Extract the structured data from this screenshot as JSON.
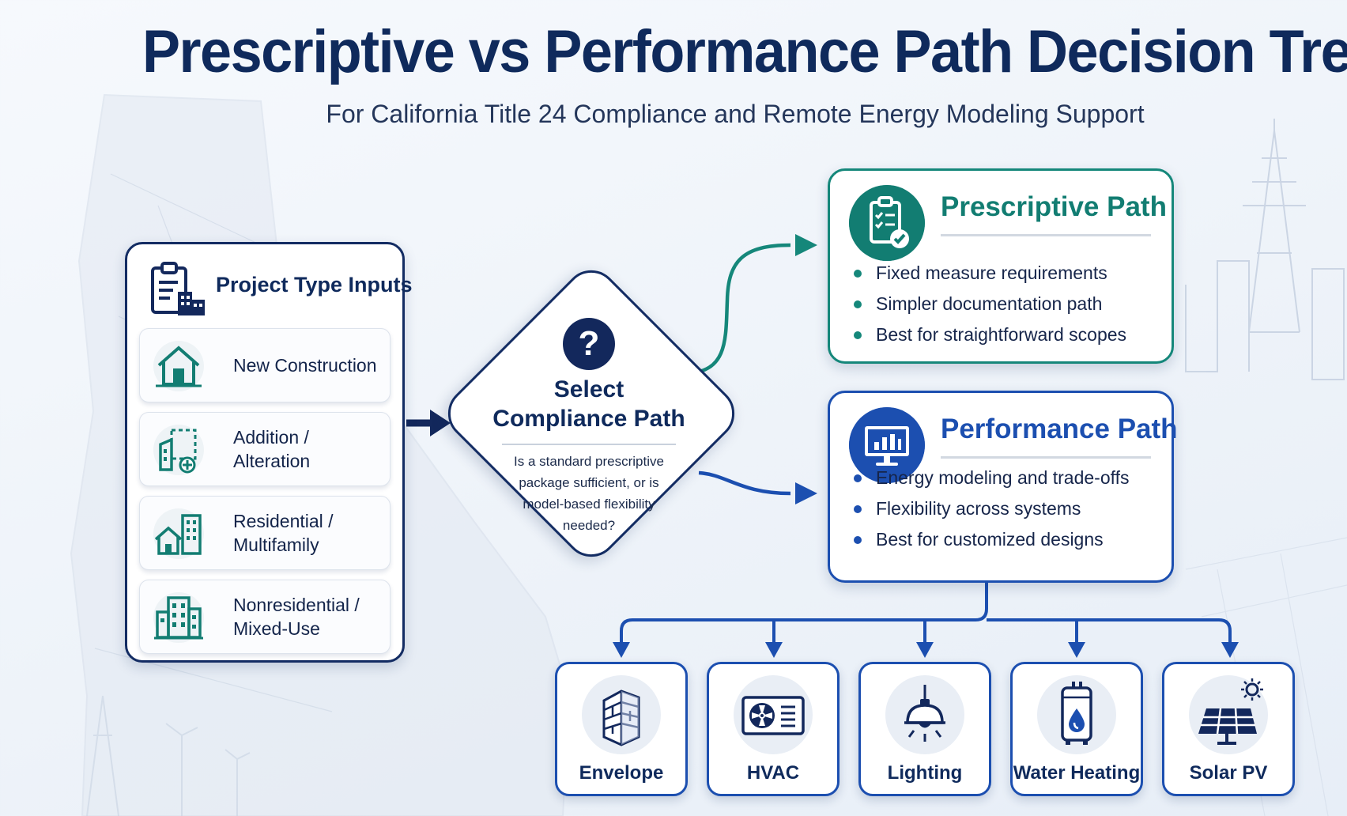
{
  "title": "Prescriptive vs Performance Path Decision Tree",
  "subtitle": "For California Title 24 Compliance and Remote Energy Modeling Support",
  "inputs": {
    "title": "Project Type Inputs",
    "items": [
      {
        "label": "New Construction",
        "icon": "house-icon"
      },
      {
        "label": "Addition /\nAlteration",
        "icon": "building-addition-icon"
      },
      {
        "label": "Residential /\nMultifamily",
        "icon": "residential-icon"
      },
      {
        "label": "Nonresidential /\nMixed-Use",
        "icon": "office-building-icon"
      }
    ]
  },
  "decision": {
    "symbol": "?",
    "title": "Select\nCompliance Path",
    "question": "Is a standard prescriptive package sufficient, or is model-based flexibility needed?"
  },
  "prescriptive": {
    "title": "Prescriptive Path",
    "icon": "clipboard-check-icon",
    "bullets": [
      "Fixed measure requirements",
      "Simpler documentation path",
      "Best for straightforward scopes"
    ]
  },
  "performance": {
    "title": "Performance Path",
    "icon": "monitor-chart-icon",
    "bullets": [
      "Energy modeling and trade-offs",
      "Flexibility across systems",
      "Best for customized designs"
    ]
  },
  "systems": [
    {
      "label": "Envelope",
      "icon": "brick-wall-icon"
    },
    {
      "label": "HVAC",
      "icon": "hvac-unit-icon"
    },
    {
      "label": "Lighting",
      "icon": "pendant-lamp-icon"
    },
    {
      "label": "Water Heating",
      "icon": "water-heater-icon"
    },
    {
      "label": "Solar PV",
      "icon": "solar-panel-icon"
    }
  ],
  "colors": {
    "navy": "#0f2a5c",
    "teal": "#15877a",
    "blue": "#1c4fb0"
  }
}
